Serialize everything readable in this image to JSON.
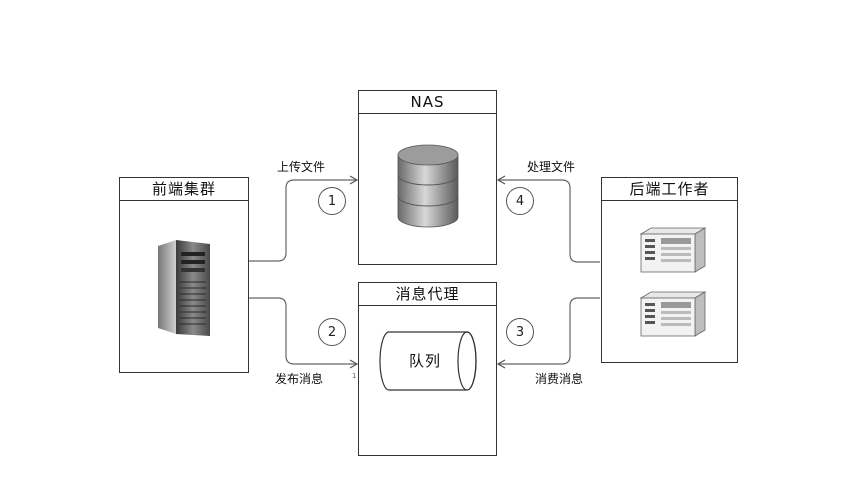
{
  "nodes": {
    "frontend": {
      "title": "前端集群"
    },
    "nas": {
      "title": "NAS"
    },
    "broker": {
      "title": "消息代理",
      "queue_label": "队列"
    },
    "backend": {
      "title": "后端工作者"
    }
  },
  "edges": {
    "upload": {
      "label": "上传文件",
      "step": "1"
    },
    "publish": {
      "label": "发布消息",
      "step": "2"
    },
    "consume": {
      "label": "消费消息",
      "step": "3"
    },
    "process": {
      "label": "处理文件",
      "step": "4"
    }
  },
  "misc": {
    "tick": "1"
  }
}
